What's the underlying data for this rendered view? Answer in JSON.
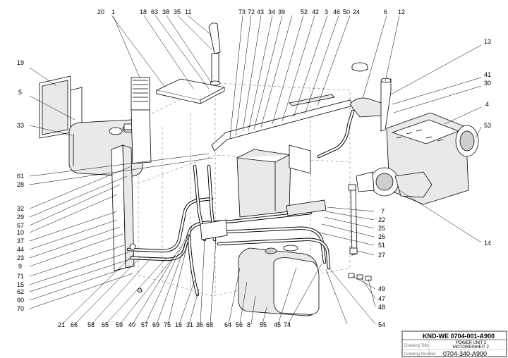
{
  "callouts": [
    {
      "id": "c20",
      "label": "20"
    },
    {
      "id": "c1",
      "label": "1"
    },
    {
      "id": "c18",
      "label": "18"
    },
    {
      "id": "c63t",
      "label": "63"
    },
    {
      "id": "c38",
      "label": "38"
    },
    {
      "id": "c35",
      "label": "35"
    },
    {
      "id": "c11",
      "label": "11"
    },
    {
      "id": "c73",
      "label": "73"
    },
    {
      "id": "c72",
      "label": "72"
    },
    {
      "id": "c43",
      "label": "43"
    },
    {
      "id": "c34",
      "label": "34"
    },
    {
      "id": "c39",
      "label": "39"
    },
    {
      "id": "c52",
      "label": "52"
    },
    {
      "id": "c42",
      "label": "42"
    },
    {
      "id": "c3",
      "label": "3"
    },
    {
      "id": "c46",
      "label": "46"
    },
    {
      "id": "c50",
      "label": "50"
    },
    {
      "id": "c24",
      "label": "24"
    },
    {
      "id": "c6",
      "label": "6"
    },
    {
      "id": "c12",
      "label": "12"
    },
    {
      "id": "c13",
      "label": "13"
    },
    {
      "id": "c41",
      "label": "41"
    },
    {
      "id": "c30",
      "label": "30"
    },
    {
      "id": "c4",
      "label": "4"
    },
    {
      "id": "c53",
      "label": "53"
    },
    {
      "id": "c19",
      "label": "19"
    },
    {
      "id": "c5",
      "label": "5"
    },
    {
      "id": "c33",
      "label": "33"
    },
    {
      "id": "c61",
      "label": "61"
    },
    {
      "id": "c28",
      "label": "28"
    },
    {
      "id": "c32",
      "label": "32"
    },
    {
      "id": "c29",
      "label": "29"
    },
    {
      "id": "c67",
      "label": "67"
    },
    {
      "id": "c10",
      "label": "10"
    },
    {
      "id": "c37",
      "label": "37"
    },
    {
      "id": "c44",
      "label": "44"
    },
    {
      "id": "c23",
      "label": "23"
    },
    {
      "id": "c9",
      "label": "9"
    },
    {
      "id": "c71",
      "label": "71"
    },
    {
      "id": "c15",
      "label": "15"
    },
    {
      "id": "c62",
      "label": "62"
    },
    {
      "id": "c60",
      "label": "60"
    },
    {
      "id": "c70",
      "label": "70"
    },
    {
      "id": "c7",
      "label": "7"
    },
    {
      "id": "c22",
      "label": "22"
    },
    {
      "id": "c25",
      "label": "25"
    },
    {
      "id": "c26",
      "label": "26"
    },
    {
      "id": "c51",
      "label": "51"
    },
    {
      "id": "c27",
      "label": "27"
    },
    {
      "id": "c14",
      "label": "14"
    },
    {
      "id": "c49",
      "label": "49"
    },
    {
      "id": "c47",
      "label": "47"
    },
    {
      "id": "c48",
      "label": "48"
    },
    {
      "id": "c54",
      "label": "54"
    },
    {
      "id": "c21",
      "label": "21"
    },
    {
      "id": "c66",
      "label": "66"
    },
    {
      "id": "c58",
      "label": "58"
    },
    {
      "id": "c65",
      "label": "65"
    },
    {
      "id": "c59",
      "label": "59"
    },
    {
      "id": "c40",
      "label": "40"
    },
    {
      "id": "c57",
      "label": "57"
    },
    {
      "id": "c69",
      "label": "69"
    },
    {
      "id": "c75",
      "label": "75"
    },
    {
      "id": "c16",
      "label": "16"
    },
    {
      "id": "c31",
      "label": "31"
    },
    {
      "id": "c36",
      "label": "36"
    },
    {
      "id": "c68",
      "label": "68"
    },
    {
      "id": "c64",
      "label": "64"
    },
    {
      "id": "c56",
      "label": "56"
    },
    {
      "id": "c8",
      "label": "8"
    },
    {
      "id": "c55",
      "label": "55"
    },
    {
      "id": "c45",
      "label": "45"
    },
    {
      "id": "c74",
      "label": "74"
    }
  ],
  "title_block": {
    "header": "KND-WE  0704-001-A900",
    "drawing_title_label": "Drawing Title",
    "title_line_1": "POWER UNIT 2",
    "title_line_2": "MOTOREINHEIT 2",
    "drawing_number_label": "Drawing Number",
    "drawing_number": "0704-340-A900"
  }
}
